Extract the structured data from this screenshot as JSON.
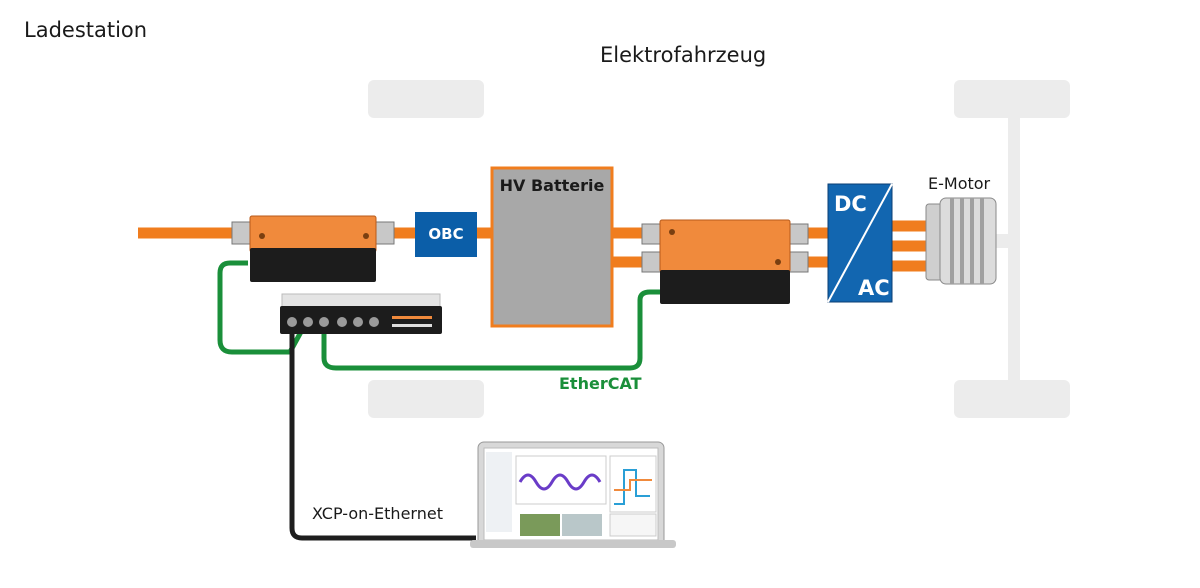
{
  "labels": {
    "charging_station": "Ladestation",
    "vehicle": "Elektrofahrzeug",
    "obc": "OBC",
    "battery": "HV Batterie",
    "dc": "DC",
    "ac": "AC",
    "motor": "E-Motor",
    "ethercat": "EtherCAT",
    "xcp": "XCP-on-Ethernet"
  },
  "colors": {
    "cable_orange": "#f07d1e",
    "device_orange": "#f08a3c",
    "device_black": "#1c1c1c",
    "obc_blue": "#0b5ea8",
    "inverter_blue": "#1266b0",
    "battery_gray": "#a8a8a8",
    "ethercat_green": "#1a8f3a",
    "ethernet_black": "#1e1e1e",
    "wheel_gray": "#ececec"
  },
  "icons": [
    "wheel-icon",
    "laptop-icon",
    "data-logger-icon",
    "motor-icon"
  ]
}
